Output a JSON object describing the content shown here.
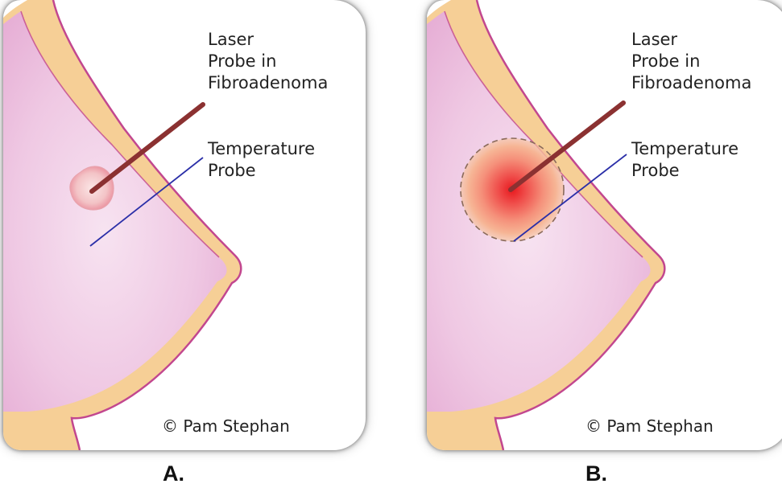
{
  "panels": [
    {
      "letter": "A.",
      "laser_label": [
        "Laser",
        "Probe in",
        "Fibroadenoma"
      ],
      "temperature_label": [
        "Temperature",
        "Probe"
      ],
      "copyright": "© Pam Stephan"
    },
    {
      "letter": "B.",
      "laser_label": [
        "Laser",
        "Probe in",
        "Fibroadenoma"
      ],
      "temperature_label": [
        "Temperature",
        "Probe"
      ],
      "copyright": "© Pam Stephan"
    }
  ],
  "colors": {
    "tissue": "#ecc0e0",
    "fat_layer": "#f6cf96",
    "skin_outline": "#c2478f",
    "laser_probe": "#8b3131",
    "temperature_probe": "#2b2fa8",
    "lesion": "#f0b8b8",
    "ablation_core": "#e8191e"
  }
}
